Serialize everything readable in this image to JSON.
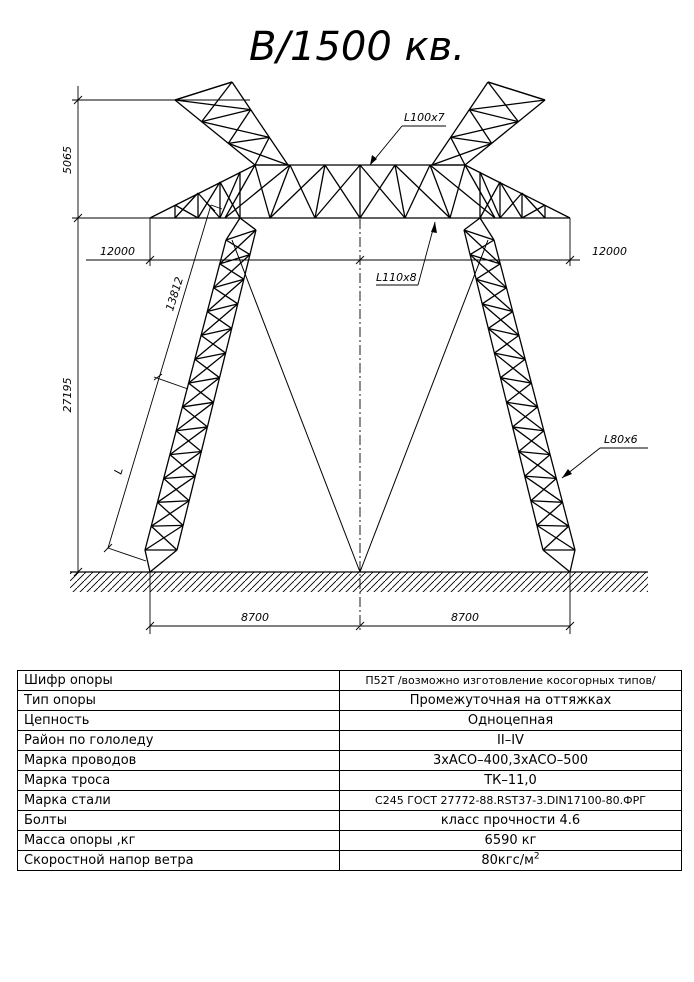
{
  "title": "В/1500 кв.",
  "dimensions": {
    "top_height": "5065",
    "left_span": "12000",
    "right_span": "12000",
    "leg_upper": "13812",
    "leg_lower": "L",
    "main_height": "27195",
    "base_left": "8700",
    "base_right": "8700"
  },
  "profiles": {
    "crossarm": "L100x7",
    "inner_brace": "L110x8",
    "leg": "L80x6"
  },
  "specs": {
    "rows": [
      {
        "label": "Шифр опоры",
        "value": "П52Т /возможно изготовление косогорных типов/"
      },
      {
        "label": "Тип опоры",
        "value": "Промежуточная на оттяжках"
      },
      {
        "label": "Цепность",
        "value": "Одноцепная"
      },
      {
        "label": "Район по гололеду",
        "value": "II–IV"
      },
      {
        "label": "Марка проводов",
        "value": "3хАСО–400,3хАСО–500"
      },
      {
        "label": "Марка троса",
        "value": "ТК–11,0"
      },
      {
        "label": "Марка стали",
        "value": "С245 ГОСТ 27772-88.RST37-3.DIN17100-80.ФРГ"
      },
      {
        "label": "Болты",
        "value": "класс прочности 4.6"
      },
      {
        "label": "Масса опоры ,кг",
        "value": "6590 кг"
      },
      {
        "label": "Скоростной напор ветра",
        "value": "80кгс/м",
        "value_sup": "2"
      }
    ]
  }
}
